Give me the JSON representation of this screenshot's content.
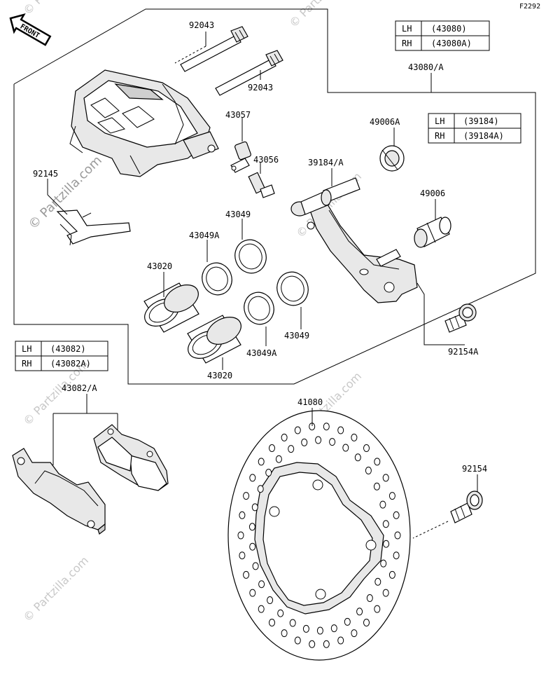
{
  "diagram": {
    "figure_code": "F2292",
    "front_label": "FRONT",
    "watermark": "© Partzilla.com",
    "labels": {
      "p92043_a": "92043",
      "p92043_b": "92043",
      "p43057": "43057",
      "p43056": "43056",
      "p92145": "92145",
      "p43049_a": "43049",
      "p43049A_a": "43049A",
      "p43020_a": "43020",
      "p43049_b": "43049",
      "p43049A_b": "43049A",
      "p43020_b": "43020",
      "p43080A": "43080/A",
      "p49006A": "49006A",
      "p39184A": "39184/A",
      "p49006": "49006",
      "p92154A": "92154A",
      "p43082A": "43082/A",
      "p41080": "41080",
      "p92154": "92154"
    },
    "tables": {
      "t43080": {
        "r1c1": "LH",
        "r1c2": "(43080)",
        "r2c1": "RH",
        "r2c2": "(43080A)"
      },
      "t39184": {
        "r1c1": "LH",
        "r1c2": "(39184)",
        "r2c1": "RH",
        "r2c2": "(39184A)"
      },
      "t43082": {
        "r1c1": "LH",
        "r1c2": "(43082)",
        "r2c1": "RH",
        "r2c2": "(43082A)"
      }
    }
  }
}
